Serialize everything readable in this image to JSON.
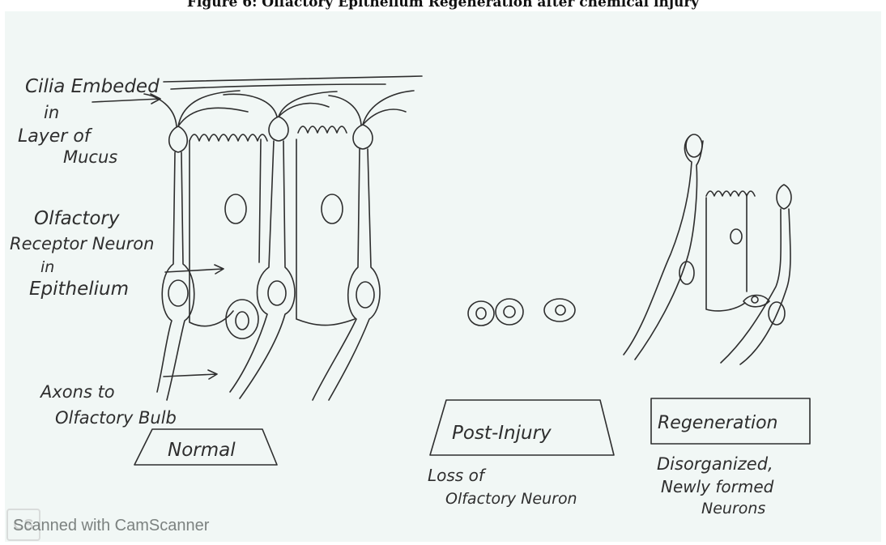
{
  "figure": {
    "caption": "Figure 6: Olfactory Epithelium Regeneration after chemical injury"
  },
  "labels": {
    "cilia": [
      "Cilia Embeded",
      "in",
      "Layer of",
      "Mucus"
    ],
    "receptor": [
      "Olfactory",
      "Receptor Neuron",
      "in",
      "Epithelium"
    ],
    "axons": [
      "Axons to",
      "Olfactory Bulb"
    ],
    "normal": "Normal",
    "post_injury": "Post-Injury",
    "post_injury_note": [
      "Loss of",
      "Olfactory Neuron"
    ],
    "regeneration": "Regeneration",
    "regeneration_note": [
      "Disorganized,",
      "Newly formed",
      "Neurons"
    ]
  },
  "watermark": {
    "logo": "CS",
    "text": "Scanned with CamScanner"
  },
  "colors": {
    "paper": "#f1f7f5",
    "ink": "#2e2e2e"
  }
}
